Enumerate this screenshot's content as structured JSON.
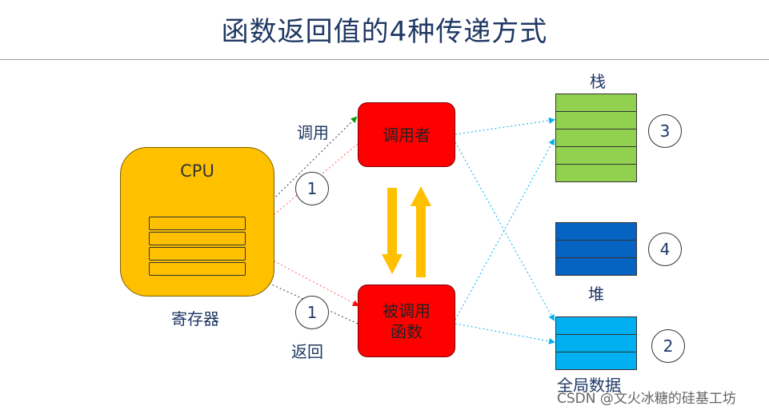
{
  "title": "函数返回值的4种传递方式",
  "cpu": {
    "label": "CPU",
    "caption": "寄存器"
  },
  "caller": {
    "label": "调用者"
  },
  "callee": {
    "label": "被调用\n函数"
  },
  "labels": {
    "call": "调用",
    "return": "返回"
  },
  "memory": {
    "stack": "栈",
    "heap": "堆",
    "global": "全局数据"
  },
  "circles": {
    "top": "1",
    "bottom": "1",
    "stack": "3",
    "heap": "4",
    "global": "2"
  },
  "watermark": "CSDN @文火冰糖的硅基工坊"
}
